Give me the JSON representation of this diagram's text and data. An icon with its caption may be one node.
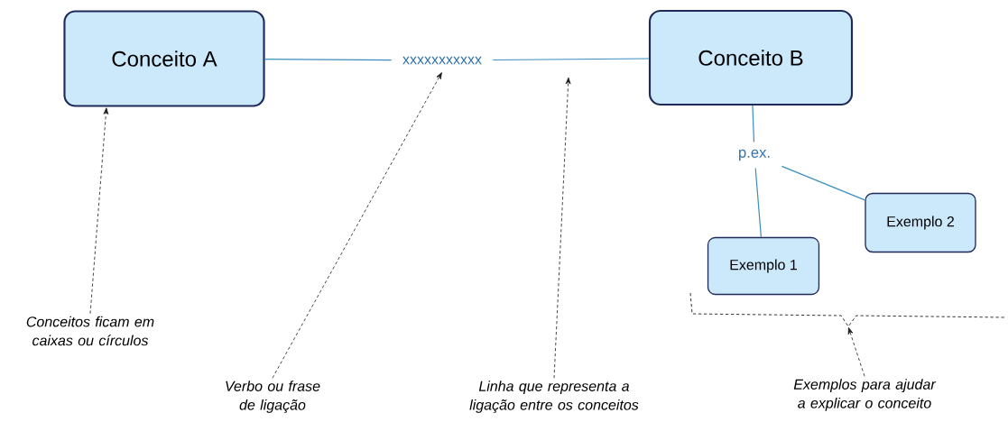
{
  "diagram": {
    "nodes": [
      {
        "text": [
          "Conceito A"
        ]
      },
      {
        "text": [
          "xxxxxxxxxxx"
        ]
      },
      {
        "text": [
          "Conceito B"
        ]
      },
      {
        "text": [
          "p.ex."
        ]
      },
      {
        "text": [
          "Exemplo 1"
        ]
      },
      {
        "text": [
          "Exemplo 2"
        ]
      },
      {
        "text": [
          "Conceitos ficam em caixas ou círculos"
        ]
      },
      {
        "text": [
          "Verbo ou frase de ligação"
        ]
      },
      {
        "text": [
          "Linha que representa a ligação entre os conceitos"
        ]
      },
      {
        "text": [
          "Exemplos para ajudar a explicar o conceito"
        ]
      },
      {
        "text": [],
        "shape": "bracket"
      }
    ],
    "edges": [
      {
        "from": 0,
        "to": 1,
        "arrow": "none"
      },
      {
        "from": 1,
        "to": 2,
        "arrow": "none"
      },
      {
        "from": 2,
        "to": 3,
        "arrow": "none"
      },
      {
        "from": 3,
        "to": 4,
        "arrow": "none"
      },
      {
        "from": 3,
        "to": 5,
        "arrow": "none"
      },
      {
        "from": 6,
        "to": 0,
        "arrow": "to",
        "style": "dashed",
        "color": "#1a1a1a"
      },
      {
        "from": 7,
        "to": 1,
        "arrow": "to",
        "style": "dashed",
        "color": "#1a1a1a"
      },
      {
        "from": 8,
        "to": null,
        "arrow": "to",
        "style": "dashed",
        "color": "#1a1a1a"
      },
      {
        "from": 9,
        "to": 10,
        "arrow": "to",
        "style": "dashed",
        "color": "#1a1a1a"
      }
    ]
  }
}
